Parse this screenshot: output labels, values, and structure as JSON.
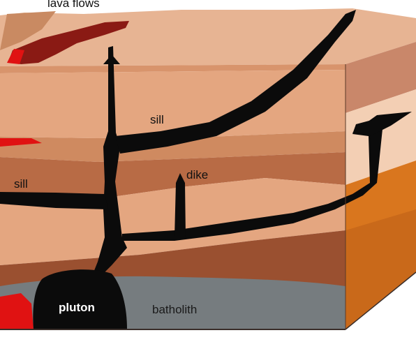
{
  "labels": {
    "lava_flows": "lava flows",
    "sill_upper": "sill",
    "sill_left": "sill",
    "dike": "dike",
    "pluton": "pluton",
    "batholith": "batholith"
  },
  "colors": {
    "surface": "#e7b493",
    "right_face_top": "#c9876a",
    "right_face_light": "#f3cfb4",
    "layer_light": "#e4a680",
    "layer_medium": "#b86b45",
    "layer_dark": "#9a5030",
    "right_face_orange": "#d9761e",
    "batholith": "#767c7f",
    "magma": "#0b0b0b",
    "lava": "#8a1a14",
    "lava_bright": "#e01212",
    "base_outline": "#3a2e2a"
  }
}
